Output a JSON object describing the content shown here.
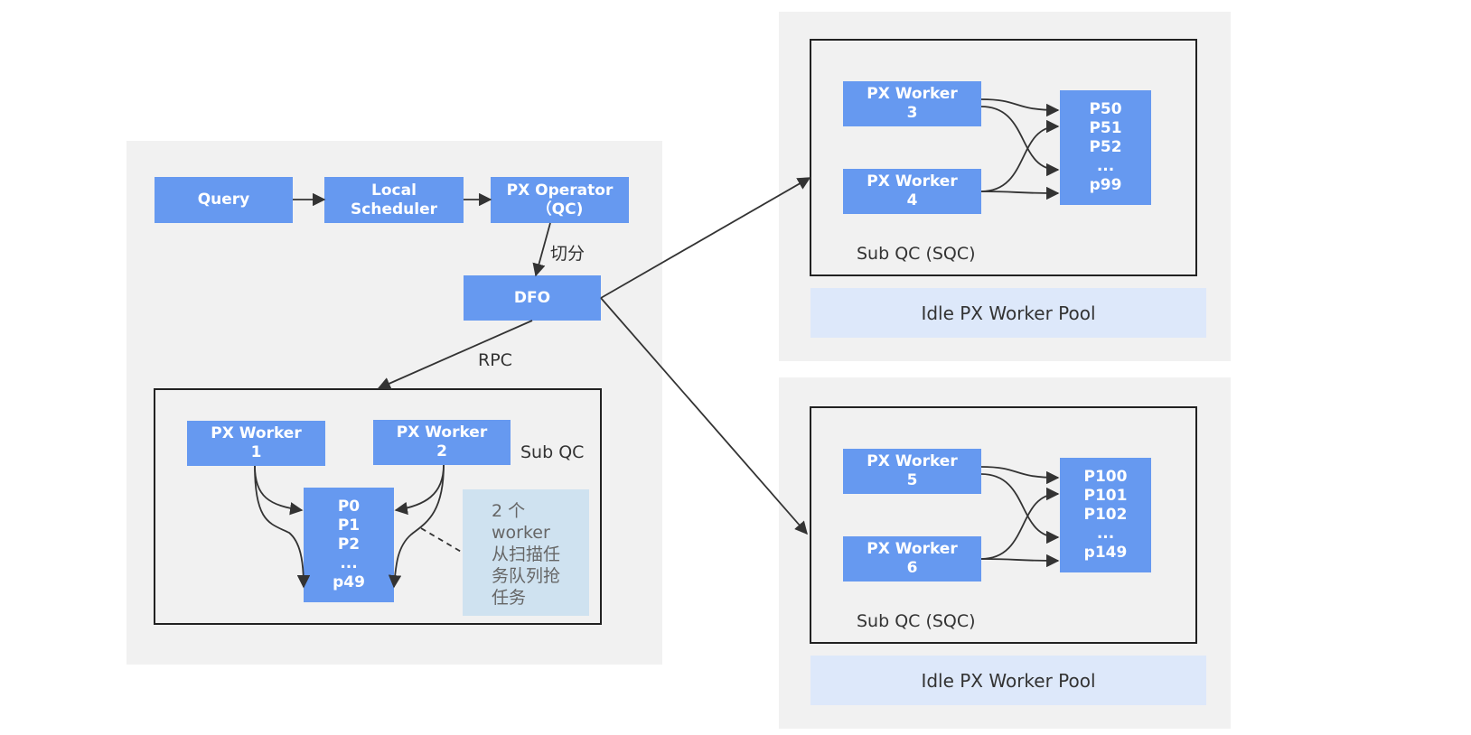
{
  "left": {
    "query": "Query",
    "scheduler": [
      "Local",
      "Scheduler"
    ],
    "operator": [
      "PX Operator",
      "（QC)"
    ],
    "split_label": "切分",
    "dfo": "DFO",
    "rpc_label": "RPC",
    "sub_qc_label": "Sub QC",
    "worker1": [
      "PX Worker",
      "1"
    ],
    "worker2": [
      "PX Worker",
      "2"
    ],
    "partitions": [
      "P0",
      "P1",
      "P2",
      "...",
      "p49"
    ],
    "note": [
      "2 个",
      "worker",
      "从扫描任",
      "务队列抢",
      "任务"
    ]
  },
  "top_right": {
    "worker3": [
      "PX Worker",
      "3"
    ],
    "worker4": [
      "PX Worker",
      "4"
    ],
    "partitions": [
      "P50",
      "P51",
      "P52",
      "...",
      "p99"
    ],
    "sqc_label": "Sub QC (SQC)",
    "pool_label": "Idle PX Worker Pool"
  },
  "bottom_right": {
    "worker5": [
      "PX Worker",
      "5"
    ],
    "worker6": [
      "PX Worker",
      "6"
    ],
    "partitions": [
      "P100",
      "P101",
      "P102",
      "...",
      "p149"
    ],
    "sqc_label": "Sub QC (SQC)",
    "pool_label": "Idle PX Worker Pool"
  },
  "colors": {
    "box": "#6699f0",
    "panel": "#f1f1f1",
    "pool": "#dde8fa",
    "note": "#cfe2f0",
    "line": "#333333"
  }
}
